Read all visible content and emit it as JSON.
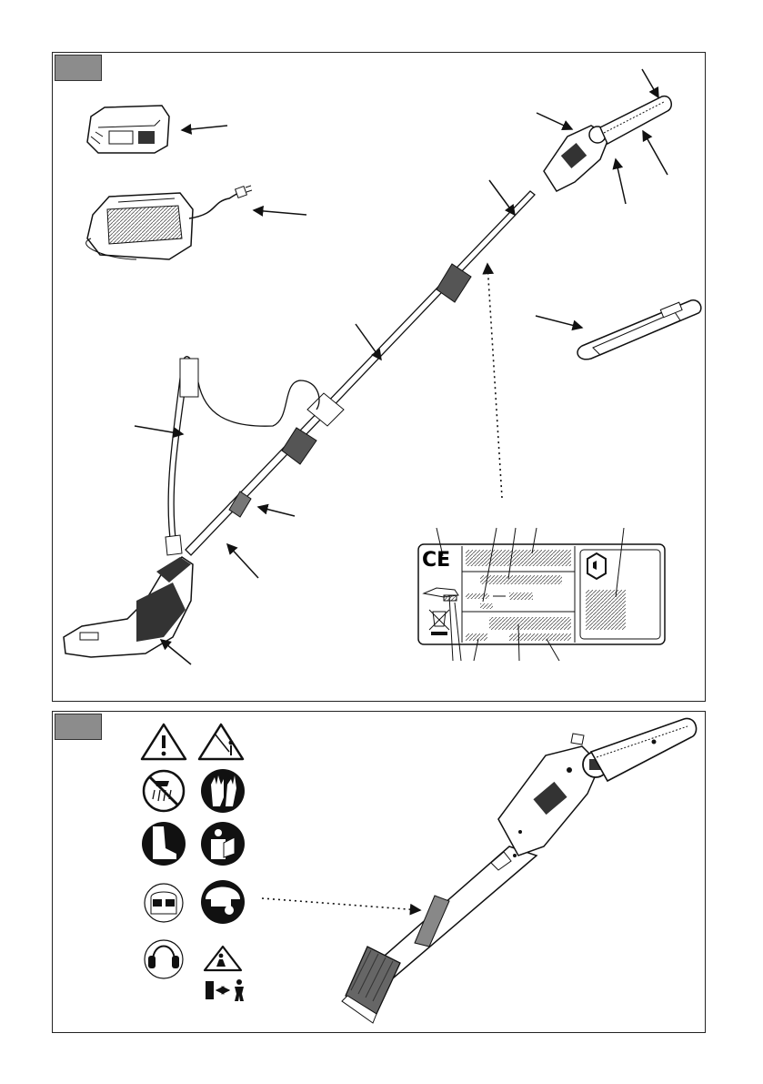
{
  "figures": [
    {
      "id": "fig-1",
      "tab_text": ""
    },
    {
      "id": "fig-2",
      "tab_text": ""
    }
  ],
  "rating_label": {
    "ce_mark": "CE"
  },
  "safety_symbols": [
    "warning-triangle-icon",
    "falling-objects-warning-icon",
    "no-rain-icon",
    "wear-gloves-icon",
    "wear-boots-icon",
    "read-manual-icon",
    "wear-goggles-icon",
    "wear-helmet-visor-icon",
    "wear-ear-protection-icon",
    "bystander-warning-icon",
    "keep-distance-icon"
  ],
  "colors": {
    "line": "#111111",
    "tab_gray": "#8c8c8c",
    "grip_gray": "#777777"
  }
}
